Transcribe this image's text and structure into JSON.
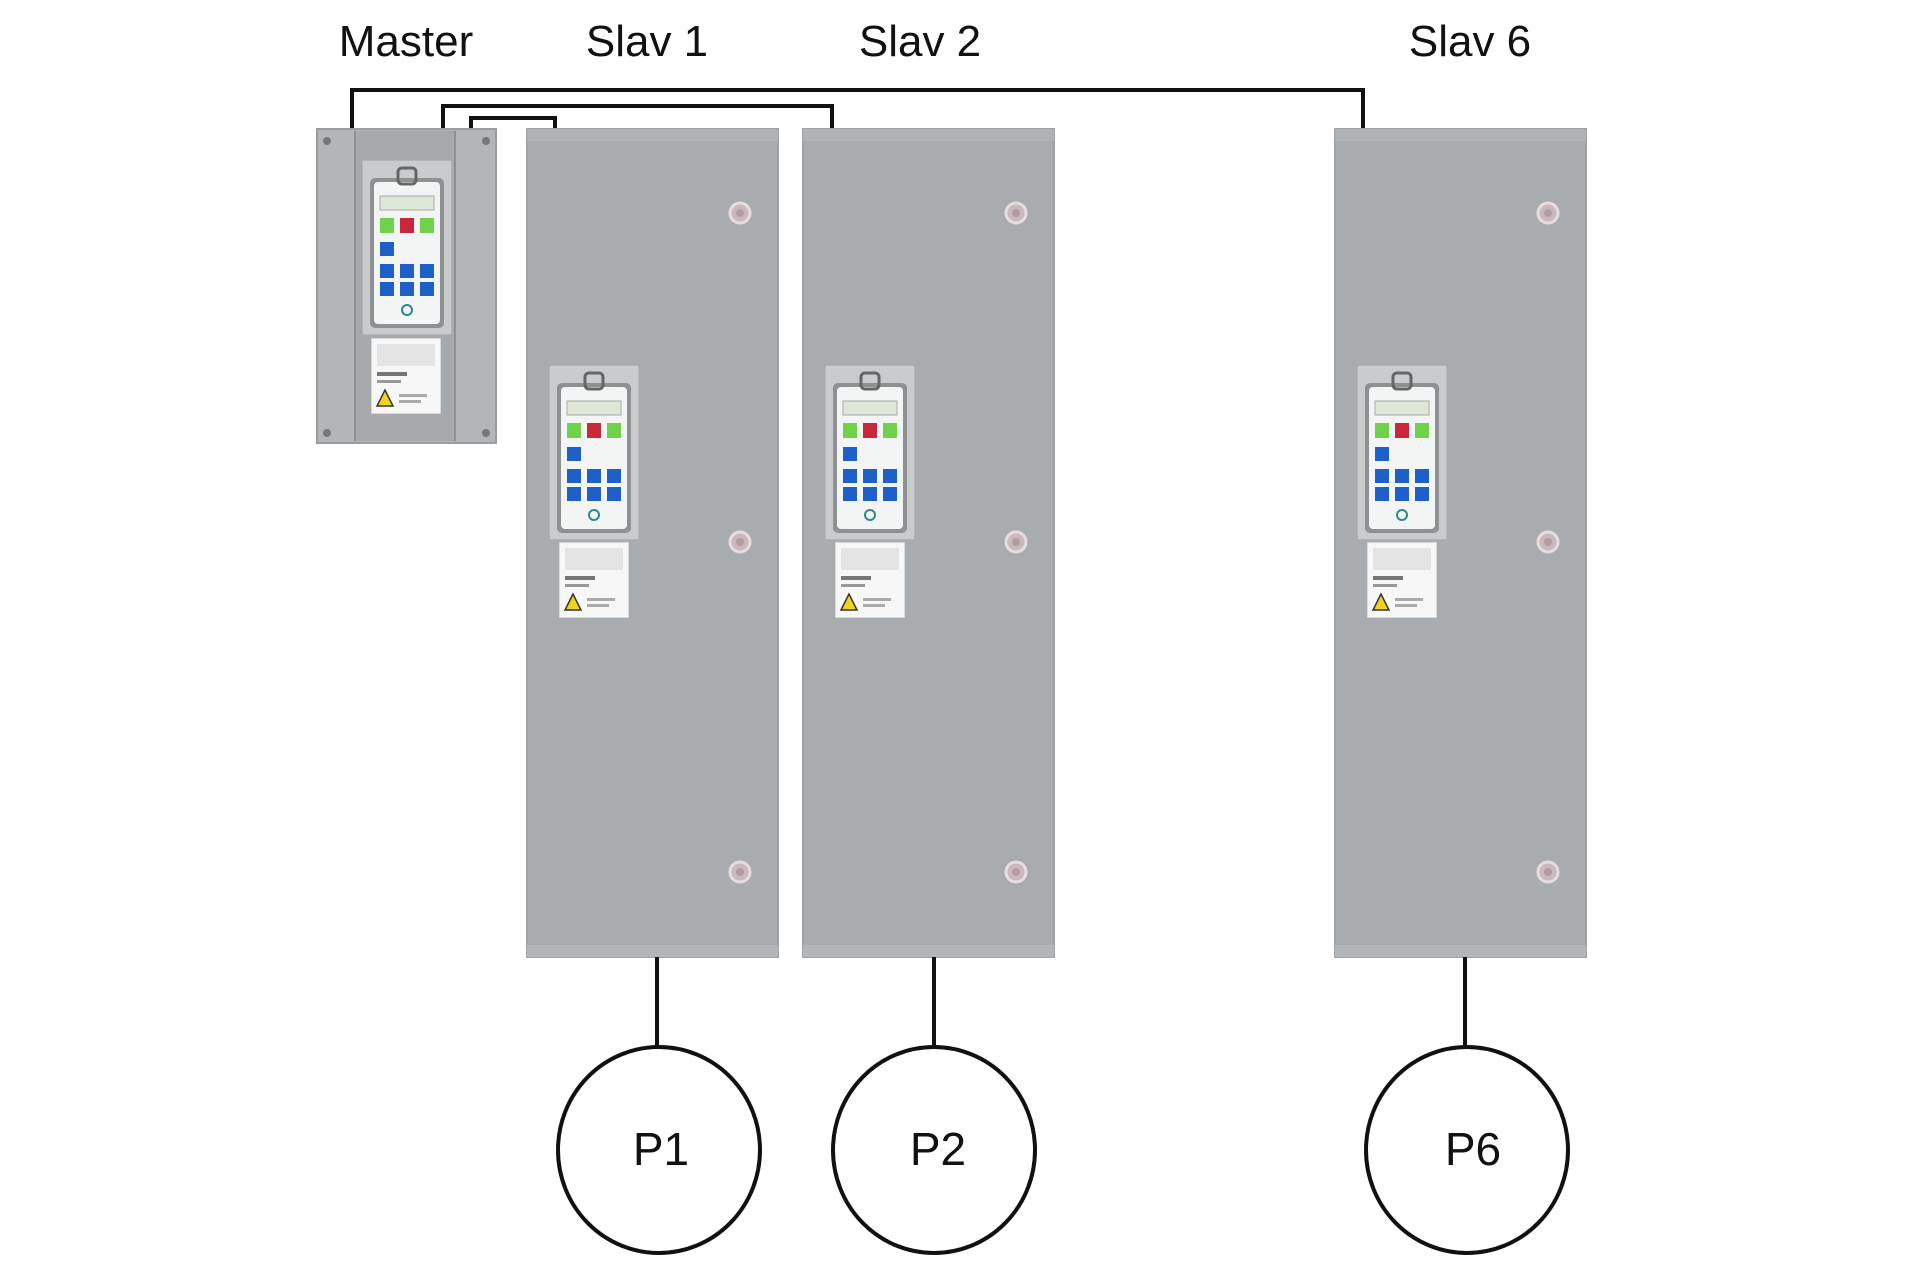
{
  "title_labels": {
    "master": "Master",
    "slave1": "Slav 1",
    "slave2": "Slav 2",
    "slave6": "Slav 6"
  },
  "pumps": {
    "p1": "P1",
    "p2": "P2",
    "p6": "P6"
  },
  "colors": {
    "cabinet": "#a9acaf",
    "wire": "#111111",
    "key_green": "#6fd24a",
    "key_red": "#c8283a",
    "key_blue": "#1f5fc8"
  }
}
